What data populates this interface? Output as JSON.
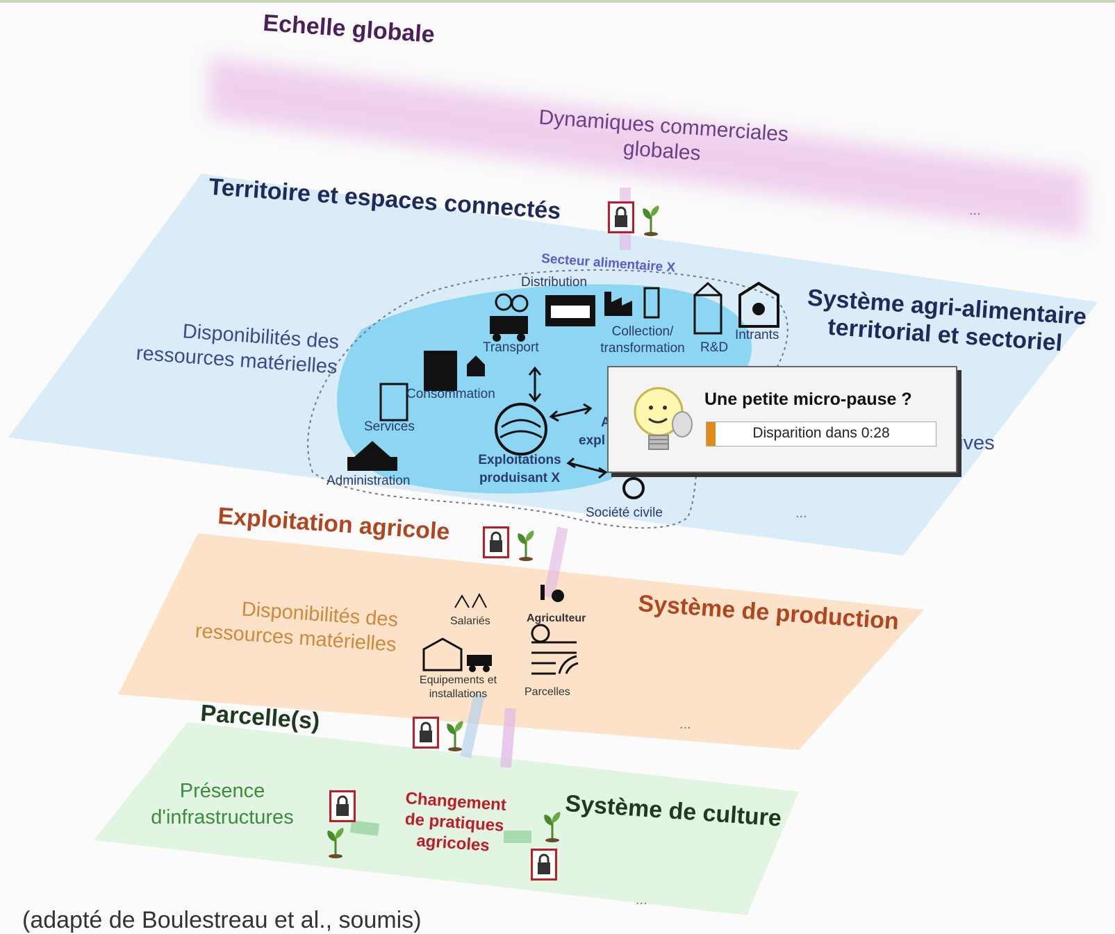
{
  "layers": {
    "global": {
      "title": "Echelle globale",
      "label": "Dynamiques commerciales globales",
      "ellipsis": "..."
    },
    "territory": {
      "title": "Territoire et espaces connectés",
      "resources": "Disponibilités des ressources matérielles",
      "system": "Système agri-alimentaire territorial et sectoriel",
      "partial_label": "ives",
      "ellipsis": "...",
      "sector": "Secteur alimentaire X",
      "nodes": {
        "distribution": "Distribution",
        "transport": "Transport",
        "collection": "Collection/ transformation",
        "rd": "R&D",
        "intrants": "Intrants",
        "consommation": "Consommation",
        "services": "Services",
        "administration": "Administration",
        "exploitations": "Exploitations produisant X",
        "societe": "Société civile",
        "other_expl_a": "A",
        "other_expl_b": "expl"
      }
    },
    "farm": {
      "title": "Exploitation agricole",
      "resources": "Disponibilités des ressources matérielles",
      "system": "Système de production",
      "ellipsis": "...",
      "nodes": {
        "salaries": "Salariés",
        "agriculteur": "Agriculteur",
        "equipements": "Equipements et installations",
        "parcelles": "Parcelles"
      }
    },
    "plot": {
      "title": "Parcelle(s)",
      "infra": "Présence d'infrastructures",
      "change": "Changement de pratiques agricoles",
      "system": "Système de culture",
      "ellipsis": "..."
    }
  },
  "popup": {
    "title": "Une petite micro-pause ?",
    "countdown": "Disparition dans 0:28",
    "progress": 0.04
  },
  "caption": "(adapté de Boulestreau et al., soumis)",
  "colors": {
    "lock": "#c01c28",
    "sprout": "#4a8a2a",
    "global_band": "#ecc6ea",
    "territory_plane": "#d6eaf6",
    "sector_blob": "#71cdf1",
    "farm_plane": "#fbdfc2",
    "plot_plane": "#dff3df"
  }
}
